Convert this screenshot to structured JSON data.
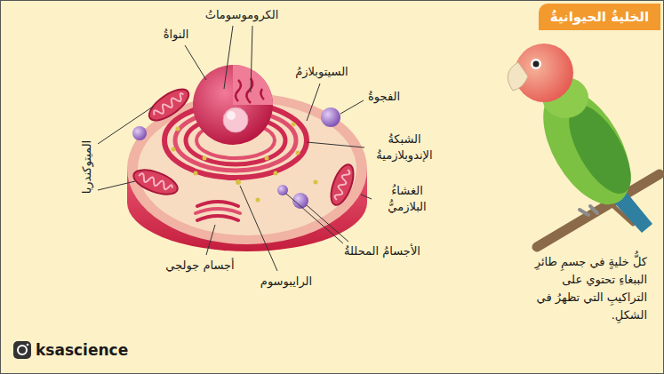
{
  "diagram": {
    "title": "الخليةُ الحيوانيةُ",
    "caption": "كلُّ خليةٍ في جسمِ طائرِ الببغاءِ تحتوي على التراكيبِ التي تظهرُ في الشكلِ.",
    "labels": [
      "الكروموسوماتُ",
      "النواةُ",
      "السيتوبلازمُ",
      "الفجوةُ",
      "الشبكةُ الإندوبلازميةُ",
      "الميتوكندريا",
      "الغشاءُ البلازميُّ",
      "الأجسامُ المحللةُ",
      "أجسام جولجي",
      "الرايبوسوم",
      "ksascience"
    ]
  }
}
